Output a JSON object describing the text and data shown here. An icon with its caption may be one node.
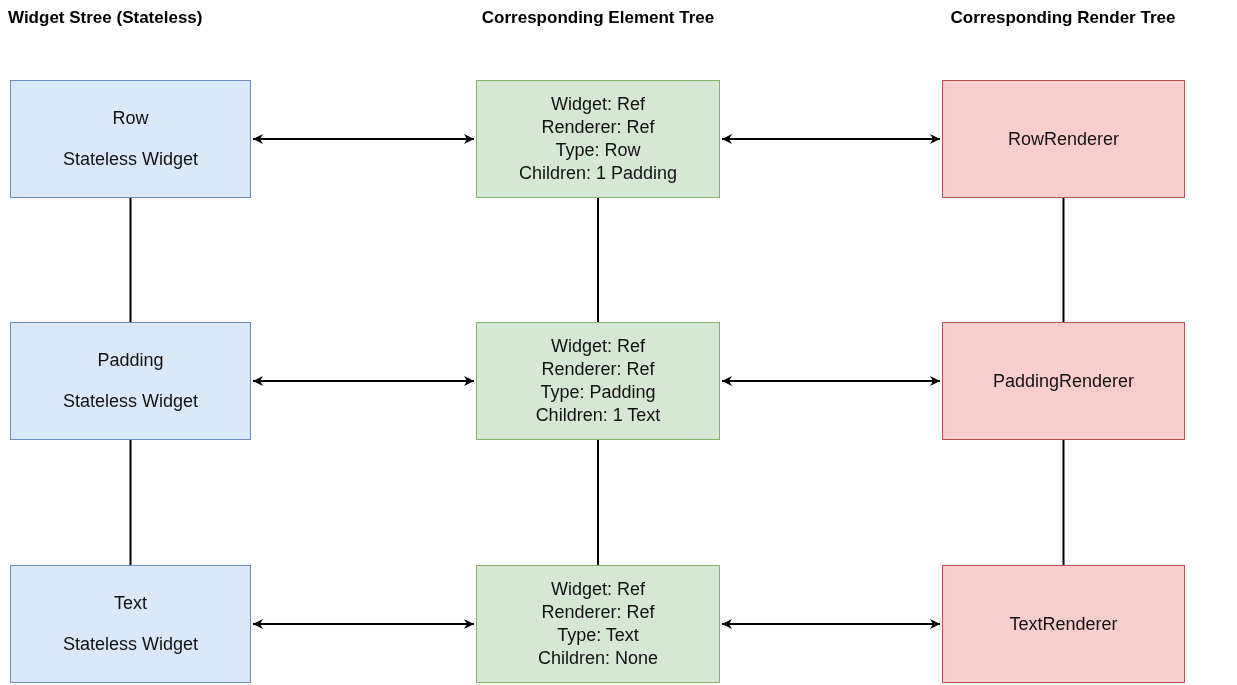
{
  "diagram": {
    "nodes": [
      {
        "text": [
          "Row",
          "Stateless Widget"
        ]
      },
      {
        "text": [
          "Widget: Ref",
          "Renderer: Ref",
          "Type: Row",
          "Children: 1 Padding"
        ]
      },
      {
        "text": [
          "RowRenderer"
        ]
      },
      {
        "text": [
          "Padding",
          "Stateless Widget"
        ]
      },
      {
        "text": [
          "Widget: Ref",
          "Renderer: Ref",
          "Type: Padding",
          "Children: 1 Text"
        ]
      },
      {
        "text": [
          "PaddingRenderer"
        ]
      },
      {
        "text": [
          "Text",
          "Stateless Widget"
        ]
      },
      {
        "text": [
          "Widget: Ref",
          "Renderer: Ref",
          "Type: Text",
          "Children: None"
        ]
      },
      {
        "text": [
          "TextRenderer"
        ]
      }
    ],
    "edges": [
      {
        "from": 0,
        "to": 1,
        "arrow": "both"
      },
      {
        "from": 1,
        "to": 2,
        "arrow": "both"
      },
      {
        "from": 3,
        "to": 4,
        "arrow": "both"
      },
      {
        "from": 4,
        "to": 5,
        "arrow": "both"
      },
      {
        "from": 6,
        "to": 7,
        "arrow": "both"
      },
      {
        "from": 7,
        "to": 8,
        "arrow": "both"
      },
      {
        "from": 0,
        "to": 3,
        "arrow": "none"
      },
      {
        "from": 3,
        "to": 6,
        "arrow": "none"
      },
      {
        "from": 1,
        "to": 4,
        "arrow": "none"
      },
      {
        "from": 4,
        "to": 7,
        "arrow": "none"
      },
      {
        "from": 2,
        "to": 5,
        "arrow": "none"
      },
      {
        "from": 5,
        "to": 8,
        "arrow": "none"
      }
    ],
    "labels": [
      "Widget Stree (Stateless)",
      "Corresponding Element Tree",
      "Corresponding Render Tree"
    ]
  }
}
